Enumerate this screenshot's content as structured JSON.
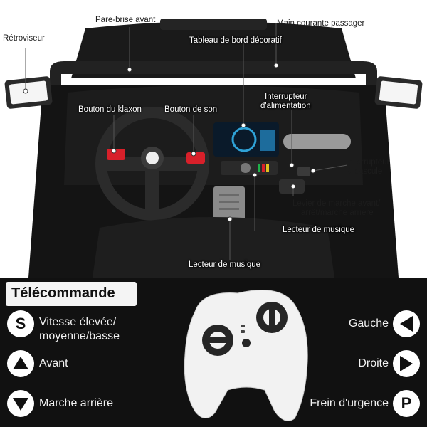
{
  "car_callouts": {
    "retroviseur": "Rétroviseur",
    "pare_brise": "Pare-brise avant",
    "main_courante": "Main courante passager",
    "tableau_de_bord": "Tableau de bord décoratif",
    "interrupteur_alim_1": "Interrupteur",
    "interrupteur_alim_2": "d'alimentation",
    "bouton_klaxon": "Bouton du klaxon",
    "bouton_son": "Bouton de son",
    "interrupteur_bascule_1": "Interrupteur",
    "interrupteur_bascule_2": "à bascule",
    "levier_1": "Levier de marche avant/",
    "levier_2": "arrêt/marche arrière",
    "lecteur_musique_1": "Lecteur de musique",
    "lecteur_musique_2": "Lecteur de musique"
  },
  "remote": {
    "title": "Télécommande",
    "left_items": [
      {
        "icon": "S",
        "label_line1": "Vitesse élevée/",
        "label_line2": "moyenne/basse"
      },
      {
        "icon": "triangle-up-icon",
        "label_line1": "Avant"
      },
      {
        "icon": "triangle-down-icon",
        "label_line1": "Marche arrière"
      }
    ],
    "right_items": [
      {
        "icon": "triangle-left-icon",
        "label": "Gauche"
      },
      {
        "icon": "triangle-right-icon",
        "label": "Droite"
      },
      {
        "icon": "P",
        "label": "Frein d'urgence"
      }
    ]
  },
  "colors": {
    "background_dark": "#111111",
    "title_box": "#f4f4f4",
    "icon_circle": "#ffffff",
    "horn_button": "#d8202a"
  }
}
